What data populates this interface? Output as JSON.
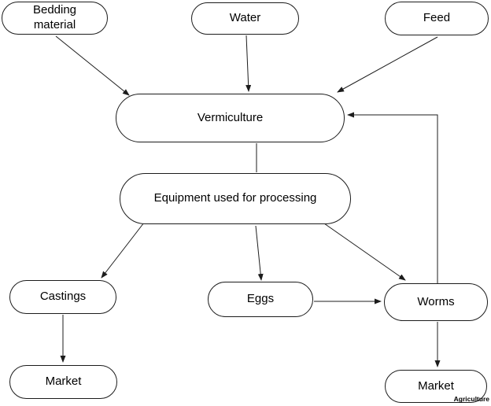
{
  "diagram": {
    "type": "flowchart",
    "topic": "Vermiculture process",
    "colors": {
      "background": "#ffffff",
      "node_fill": "#ffffff",
      "stroke": "#1c1c1c",
      "text": "#000000"
    },
    "nodes": [
      {
        "id": "bedding",
        "label": "Bedding material"
      },
      {
        "id": "water",
        "label": "Water"
      },
      {
        "id": "feed",
        "label": "Feed"
      },
      {
        "id": "vermiculture",
        "label": "Vermiculture"
      },
      {
        "id": "equipment",
        "label": "Equipment used for processing"
      },
      {
        "id": "castings",
        "label": "Castings"
      },
      {
        "id": "eggs",
        "label": "Eggs"
      },
      {
        "id": "worms",
        "label": "Worms"
      },
      {
        "id": "market_left",
        "label": "Market"
      },
      {
        "id": "market_right",
        "label": "Market"
      }
    ],
    "edges": [
      {
        "from": "Bedding material",
        "to": "Vermiculture",
        "arrowhead": true
      },
      {
        "from": "Water",
        "to": "Vermiculture",
        "arrowhead": true
      },
      {
        "from": "Feed",
        "to": "Vermiculture",
        "arrowhead": true
      },
      {
        "from": "Vermiculture",
        "to": "Equipment used for processing",
        "arrowhead": false
      },
      {
        "from": "Equipment used for processing",
        "to": "Castings",
        "arrowhead": true
      },
      {
        "from": "Equipment used for processing",
        "to": "Eggs",
        "arrowhead": true
      },
      {
        "from": "Equipment used for processing",
        "to": "Worms",
        "arrowhead": true
      },
      {
        "from": "Eggs",
        "to": "Worms",
        "arrowhead": true
      },
      {
        "from": "Castings",
        "to": "Market",
        "arrowhead": true
      },
      {
        "from": "Worms",
        "to": "Market",
        "arrowhead": true
      },
      {
        "from": "Worms",
        "to": "Vermiculture",
        "arrowhead": true
      }
    ],
    "watermark": "Agriculture"
  }
}
